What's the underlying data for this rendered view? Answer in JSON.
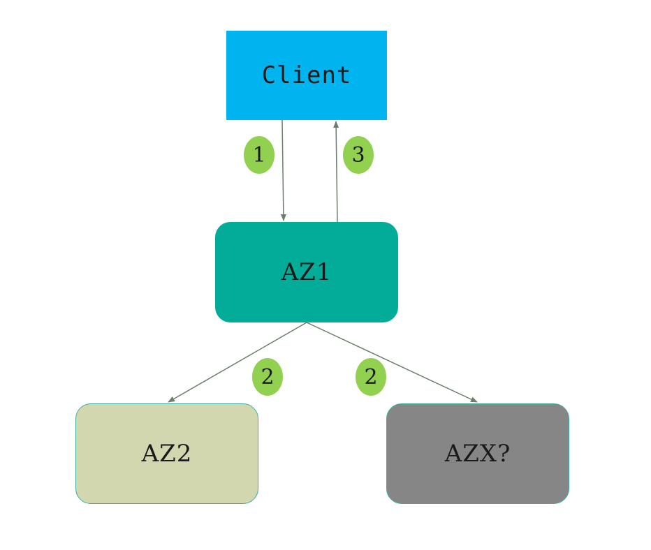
{
  "nodes": {
    "client": {
      "label": "Client",
      "color": "#00b4ef"
    },
    "az1": {
      "label": "AZ1",
      "color": "#03ac98"
    },
    "az2": {
      "label": "AZ2",
      "color": "#d3d7b0"
    },
    "azx": {
      "label": "AZX?",
      "color": "#868686"
    }
  },
  "steps": {
    "step1": "1",
    "step2a": "2",
    "step2b": "2",
    "step3": "3",
    "color": "#92d050"
  },
  "edges": [
    {
      "from": "client",
      "to": "az1",
      "step": "1"
    },
    {
      "from": "az1",
      "to": "client",
      "step": "3"
    },
    {
      "from": "az1",
      "to": "az2",
      "step": "2"
    },
    {
      "from": "az1",
      "to": "azx",
      "step": "2"
    }
  ],
  "edge_color": "#6b7f6b"
}
